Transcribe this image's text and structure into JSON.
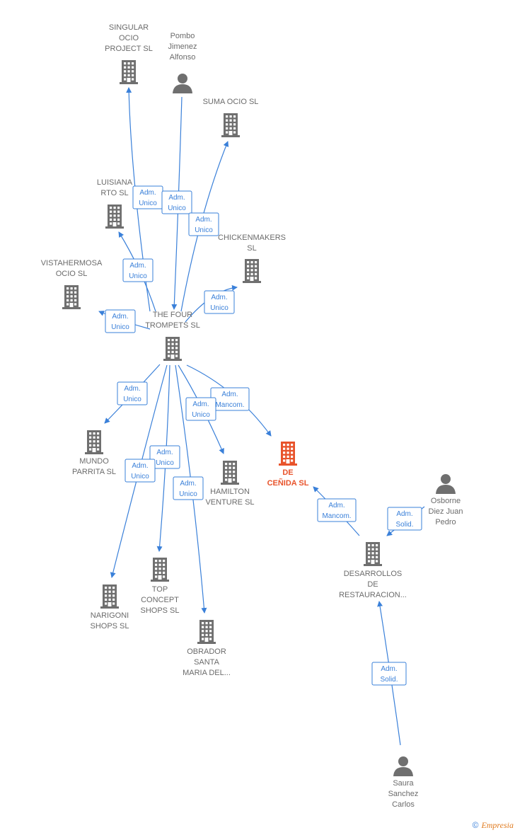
{
  "colors": {
    "edge": "#3a80d9",
    "company": "#6f6f6f",
    "main_company": "#e8532b",
    "person": "#6f6f6f"
  },
  "nodes": [
    {
      "id": "singular",
      "kind": "company",
      "lines": [
        "SINGULAR",
        "OCIO",
        "PROJECT  SL"
      ]
    },
    {
      "id": "pombo",
      "kind": "person",
      "lines": [
        "Pombo",
        "Jimenez",
        "Alfonso"
      ]
    },
    {
      "id": "suma",
      "kind": "company",
      "lines": [
        "SUMA OCIO  SL"
      ]
    },
    {
      "id": "luisiana",
      "kind": "company",
      "lines": [
        "LUISIANA",
        "RTO  SL"
      ]
    },
    {
      "id": "chicken",
      "kind": "company",
      "lines": [
        "CHICKENMAKERS",
        "SL"
      ]
    },
    {
      "id": "vista",
      "kind": "company",
      "lines": [
        "VISTAHERMOSA",
        "OCIO  SL"
      ]
    },
    {
      "id": "four",
      "kind": "company",
      "lines": [
        "THE FOUR",
        "TROMPETS  SL"
      ]
    },
    {
      "id": "mundo",
      "kind": "company",
      "lines": [
        "MUNDO",
        "PARRITA  SL"
      ]
    },
    {
      "id": "hamilton",
      "kind": "company",
      "lines": [
        "HAMILTON",
        "VENTURE  SL"
      ]
    },
    {
      "id": "decenida",
      "kind": "main",
      "lines": [
        "DE",
        "CEÑIDA  SL"
      ]
    },
    {
      "id": "osborne",
      "kind": "person",
      "lines": [
        "Osborne",
        "Diez Juan",
        "Pedro"
      ]
    },
    {
      "id": "desarrollos",
      "kind": "company",
      "lines": [
        "DESARROLLOS",
        "DE",
        "RESTAURACION..."
      ]
    },
    {
      "id": "topconcept",
      "kind": "company",
      "lines": [
        "TOP",
        "CONCEPT",
        "SHOPS  SL"
      ]
    },
    {
      "id": "narigoni",
      "kind": "company",
      "lines": [
        "NARIGONI",
        "SHOPS  SL"
      ]
    },
    {
      "id": "obrador",
      "kind": "company",
      "lines": [
        "OBRADOR",
        "SANTA",
        "MARIA DEL..."
      ]
    },
    {
      "id": "saura",
      "kind": "person",
      "lines": [
        "Saura",
        "Sanchez",
        "Carlos"
      ]
    }
  ],
  "relations": [
    {
      "from": "four",
      "to": "singular",
      "lines": [
        "Adm.",
        "Unico"
      ]
    },
    {
      "from": "pombo",
      "to": "four",
      "lines": [
        "Adm.",
        "Unico"
      ]
    },
    {
      "from": "four",
      "to": "suma",
      "lines": [
        "Adm.",
        "Unico"
      ]
    },
    {
      "from": "four",
      "to": "luisiana",
      "lines": [
        "Adm.",
        "Unico"
      ]
    },
    {
      "from": "four",
      "to": "chicken",
      "lines": [
        "Adm.",
        "Unico"
      ]
    },
    {
      "from": "four",
      "to": "vista",
      "lines": [
        "Adm.",
        "Unico"
      ]
    },
    {
      "from": "four",
      "to": "mundo",
      "lines": [
        "Adm.",
        "Unico"
      ]
    },
    {
      "from": "four",
      "to": "decenida",
      "lines": [
        "Adm.",
        "Mancom."
      ]
    },
    {
      "from": "four",
      "to": "hamilton",
      "lines": [
        "Adm.",
        "Unico"
      ]
    },
    {
      "from": "four",
      "to": "topconcept",
      "lines": [
        "Adm.",
        "Unico"
      ]
    },
    {
      "from": "four",
      "to": "narigoni",
      "lines": [
        "Adm.",
        "Unico"
      ]
    },
    {
      "from": "four",
      "to": "obrador",
      "lines": [
        "Adm.",
        "Unico"
      ]
    },
    {
      "from": "desarrollos",
      "to": "decenida",
      "lines": [
        "Adm.",
        "Mancom."
      ]
    },
    {
      "from": "osborne",
      "to": "desarrollos",
      "lines": [
        "Adm.",
        "Solid."
      ]
    },
    {
      "from": "saura",
      "to": "desarrollos",
      "lines": [
        "Adm.",
        "Solid."
      ]
    }
  ],
  "footer": {
    "copyright": "©",
    "brand": "Empresia"
  }
}
